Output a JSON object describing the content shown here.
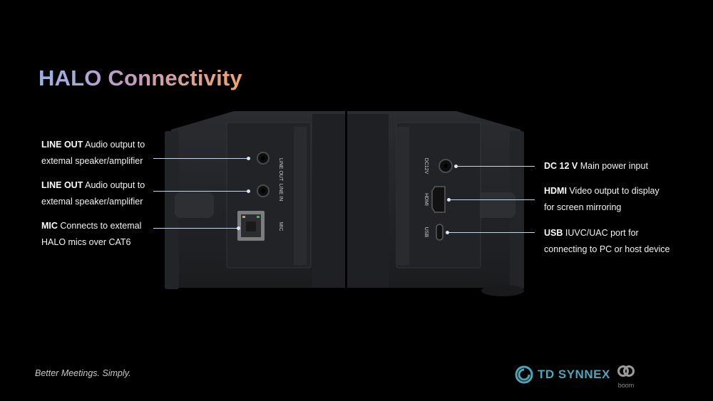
{
  "title": "HALO Connectivity",
  "left_callouts": [
    {
      "bold": "LINE OUT",
      "line1_rest": " Audio output to",
      "line2": "extemal speaker/amplifier"
    },
    {
      "bold": "LINE OUT",
      "line1_rest": " Audio output to",
      "line2": "extemal speaker/amplifier"
    },
    {
      "bold": "MIC",
      "line1_rest": " Connects to extemal",
      "line2": "HALO mics over CAT6"
    }
  ],
  "right_callouts": [
    {
      "bold": "DC 12 V",
      "line1_rest": " Main power input",
      "line2": ""
    },
    {
      "bold": "HDMI",
      "line1_rest": " Video output to display",
      "line2": "for screen mirroring"
    },
    {
      "bold": "USB",
      "line1_rest": " IUVC/UAC port for",
      "line2": "connecting to PC or host device"
    }
  ],
  "port_labels": {
    "line_out": "LINE OUT",
    "line_in": "LINE IN",
    "mic": "MIC",
    "dc": "DC12V",
    "hdmi": "HDMI",
    "usb": "USB"
  },
  "footer": {
    "tagline": "Better Meetings. Simply.",
    "partner": "TD SYNNEX",
    "brand": "boom"
  },
  "colors": {
    "background": "#000000",
    "leader": "#c9d6e6",
    "partner": "#4aa6b8"
  }
}
